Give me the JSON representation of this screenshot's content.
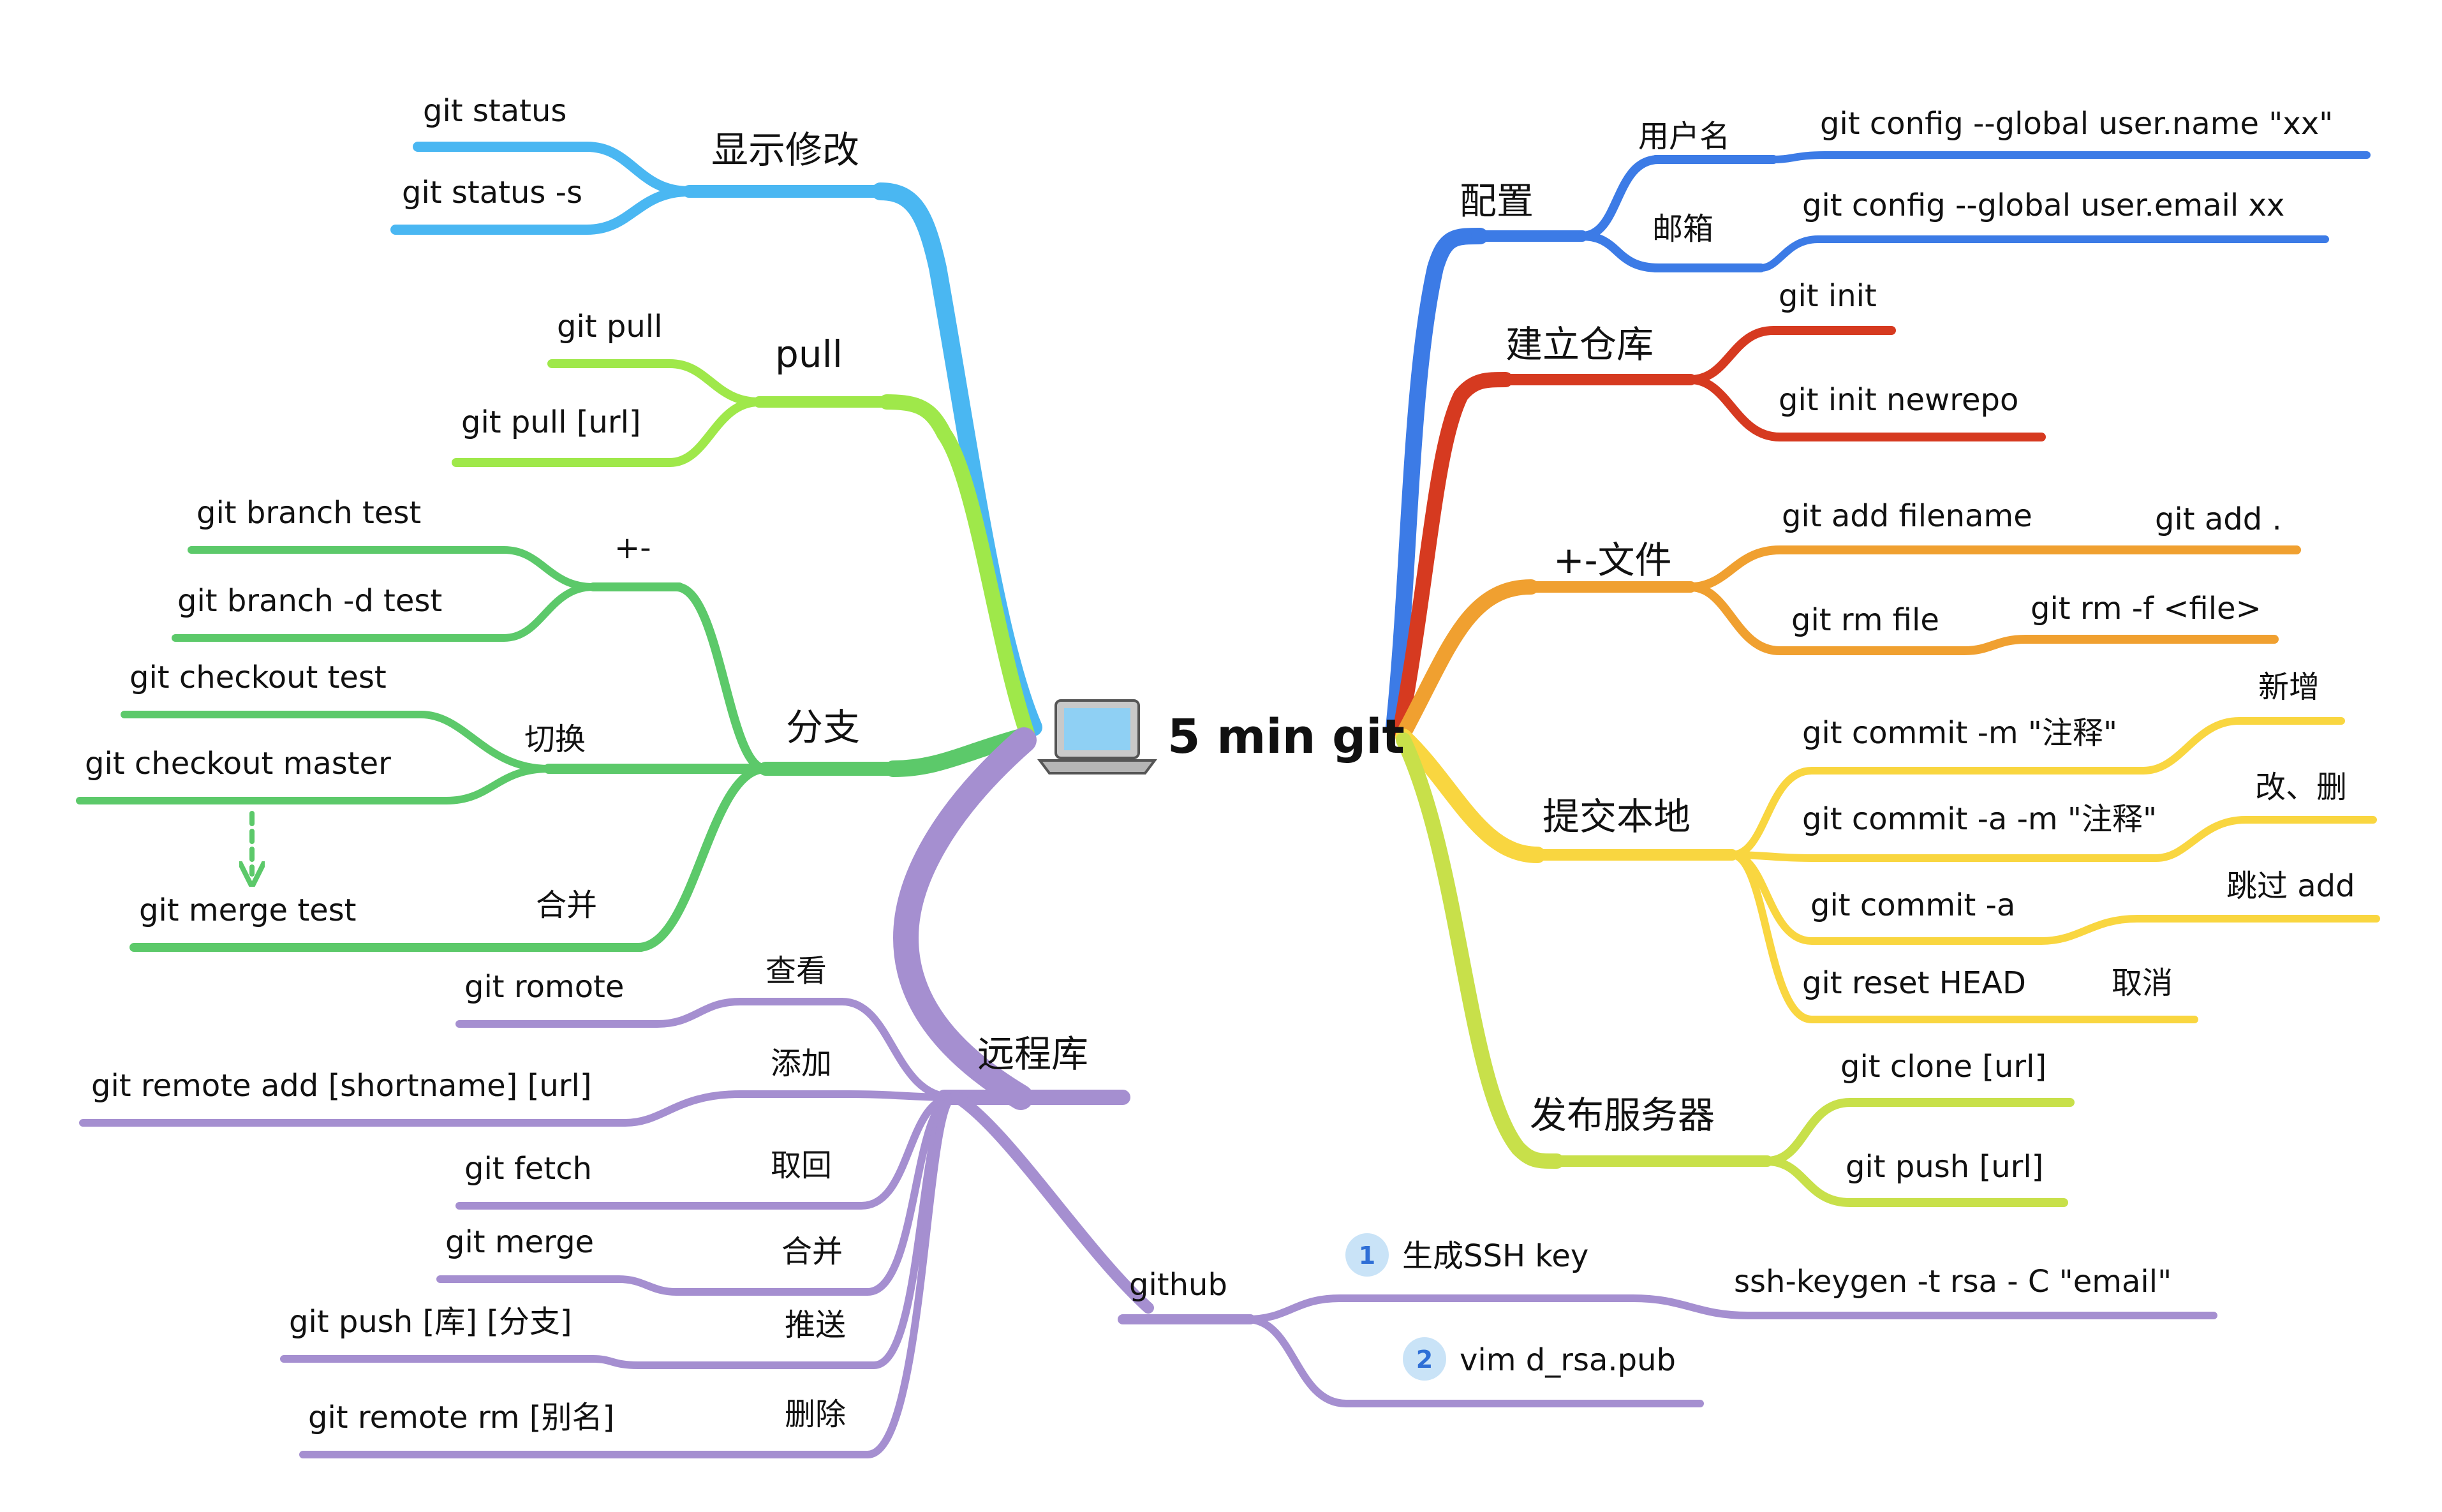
{
  "title": "5 min git",
  "colors": {
    "showDiff": "#4ab7f2",
    "pull": "#9fe84a",
    "branch": "#5cc96a",
    "remote": "#a58fd0",
    "config": "#3c7be6",
    "repo": "#d63a20",
    "files": "#f0a030",
    "commit": "#f9d640",
    "publish": "#c8e04a"
  },
  "left": {
    "show_diff": {
      "label": "显示修改",
      "items": [
        "git status",
        "git status -s"
      ]
    },
    "pull": {
      "label": "pull",
      "items": [
        "git pull",
        "git pull [url]"
      ]
    },
    "branch": {
      "label": "分支",
      "add_remove": {
        "label": "+-",
        "items": [
          "git branch test",
          "git branch -d test"
        ]
      },
      "switch": {
        "label": "切换",
        "items": [
          "git checkout test",
          "git checkout master"
        ]
      },
      "merge": {
        "label": "合并",
        "items": [
          "git merge test"
        ]
      }
    },
    "remote": {
      "label": "远程库",
      "rows": [
        {
          "label": "查看",
          "cmd": "git romote"
        },
        {
          "label": "添加",
          "cmd": "git remote add [shortname] [url]"
        },
        {
          "label": "取回",
          "cmd": "git fetch"
        },
        {
          "label": "合并",
          "cmd": "git merge"
        },
        {
          "label": "推送",
          "cmd": "git push [库] [分支]"
        },
        {
          "label": "删除",
          "cmd": "git remote rm [别名]"
        }
      ],
      "github": {
        "label": "github",
        "steps": [
          {
            "num": "1",
            "label": "生成SSH key",
            "cmd": "ssh-keygen -t rsa - C \"email\""
          },
          {
            "num": "2",
            "label": "vim d_rsa.pub"
          }
        ]
      }
    }
  },
  "right": {
    "config": {
      "label": "配置",
      "items": [
        {
          "label": "用户名",
          "cmd": "git config --global user.name \"xx\""
        },
        {
          "label": "邮箱",
          "cmd": "git config --global user.email xx"
        }
      ]
    },
    "repo": {
      "label": "建立仓库",
      "items": [
        "git init",
        "git init newrepo"
      ]
    },
    "files": {
      "label": "+-文件",
      "items": [
        {
          "cmd": "git add filename",
          "note": "git add ."
        },
        {
          "cmd": "git rm file",
          "note": "git rm -f <file>"
        }
      ]
    },
    "commit": {
      "label": "提交本地",
      "items": [
        {
          "cmd": "git commit -m \"注释\"",
          "note": "新增"
        },
        {
          "cmd": "git commit -a -m \"注释\"",
          "note": "改、删"
        },
        {
          "cmd": "git commit -a",
          "note": "跳过 add"
        },
        {
          "cmd": "git reset HEAD",
          "note": "取消"
        }
      ]
    },
    "publish": {
      "label": "发布服务器",
      "items": [
        "git clone [url]",
        "git push [url]"
      ]
    }
  }
}
